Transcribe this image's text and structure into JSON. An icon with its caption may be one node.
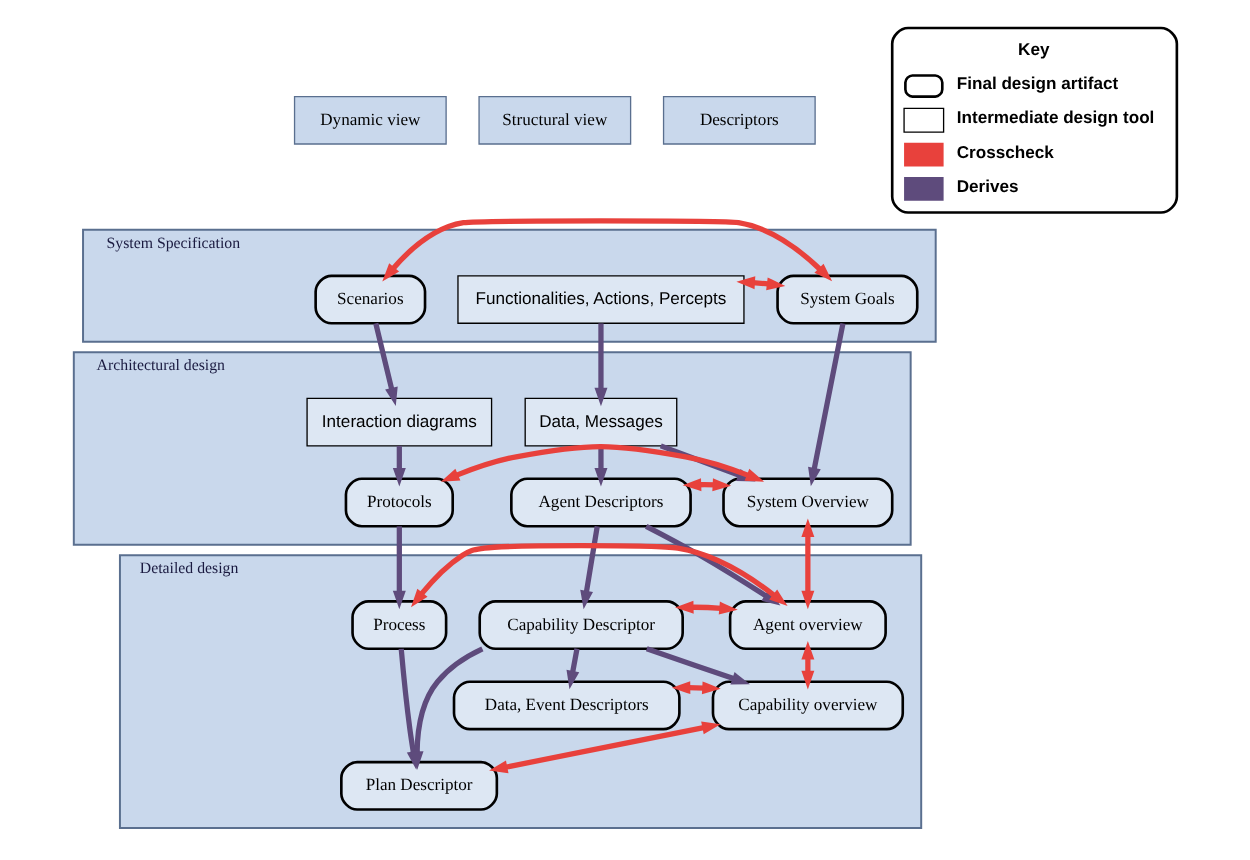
{
  "diagram": {
    "nodes": [
      {
        "text": [
          "System Specification"
        ]
      },
      {
        "text": [
          "Scenarios"
        ],
        "in": 0
      },
      {
        "text": [
          "System Goals"
        ],
        "in": 0
      },
      {
        "text": [
          "Functionalities, Actions, Percepts"
        ],
        "in": 0
      },
      {
        "text": [
          "Architectural design"
        ]
      },
      {
        "text": [
          "Interaction diagrams"
        ],
        "in": 4
      },
      {
        "text": [
          "Data, Messages"
        ],
        "in": 4
      },
      {
        "text": [
          "Protocols"
        ],
        "in": 4
      },
      {
        "text": [
          "System Overview"
        ],
        "in": 4
      },
      {
        "text": [
          "Agent Descriptors"
        ],
        "in": 4
      },
      {
        "text": [
          "Detailed design"
        ]
      },
      {
        "text": [
          "Process"
        ],
        "in": 10
      },
      {
        "text": [
          "Agent overview"
        ],
        "in": 10
      },
      {
        "text": [
          "Capability Descriptor"
        ],
        "in": 10
      },
      {
        "text": [
          "Capability overview"
        ],
        "in": 10
      },
      {
        "text": [
          "Data, Event Descriptors"
        ],
        "in": 10
      },
      {
        "text": [
          "Plan Descriptor"
        ],
        "in": 10
      }
    ],
    "edges": [
      {
        "from": 1,
        "to": 2,
        "arrow": "both",
        "color": "#e8413c"
      },
      {
        "from": 2,
        "to": 3,
        "arrow": "both",
        "color": "#e8413c"
      },
      {
        "from": 1,
        "to": 5,
        "arrow": "to"
      },
      {
        "from": 2,
        "to": 8,
        "arrow": "to"
      },
      {
        "from": 3,
        "to": 6,
        "arrow": "to"
      },
      {
        "from": 5,
        "to": 7,
        "arrow": "to"
      },
      {
        "from": 6,
        "to": 8,
        "arrow": "to"
      },
      {
        "from": 6,
        "to": 9,
        "arrow": "to"
      },
      {
        "from": 7,
        "to": 8,
        "arrow": "both",
        "color": "#e8413c"
      },
      {
        "from": 8,
        "to": 9,
        "arrow": "both",
        "color": "#e8413c"
      },
      {
        "from": 7,
        "to": 11,
        "arrow": "to"
      },
      {
        "from": 8,
        "to": 12,
        "arrow": "both",
        "color": "#e8413c"
      },
      {
        "from": 9,
        "to": 12,
        "arrow": "to"
      },
      {
        "from": 9,
        "to": 13,
        "arrow": "to"
      },
      {
        "from": 11,
        "to": 12,
        "arrow": "both",
        "color": "#e8413c"
      },
      {
        "from": 12,
        "to": 13,
        "arrow": "both",
        "color": "#e8413c"
      },
      {
        "from": 12,
        "to": 14,
        "arrow": "both",
        "color": "#e8413c"
      },
      {
        "from": 13,
        "to": 14,
        "arrow": "to"
      },
      {
        "from": 13,
        "to": 15,
        "arrow": "to"
      },
      {
        "from": 13,
        "to": 16,
        "arrow": "to"
      },
      {
        "from": 14,
        "to": 15,
        "arrow": "both",
        "color": "#e8413c"
      },
      {
        "from": 14,
        "to": 16,
        "arrow": "both",
        "color": "#e8413c"
      },
      {
        "from": 11,
        "to": 16,
        "arrow": "to"
      }
    ],
    "labels": [
      "Dynamic view",
      "Structural view",
      "Descriptors",
      "Key"
    ],
    "legend": [
      {
        "text": "Final design artifact"
      },
      {
        "text": "Intermediate design tool"
      },
      {
        "text": "Crosscheck"
      },
      {
        "text": "Derives"
      }
    ]
  }
}
